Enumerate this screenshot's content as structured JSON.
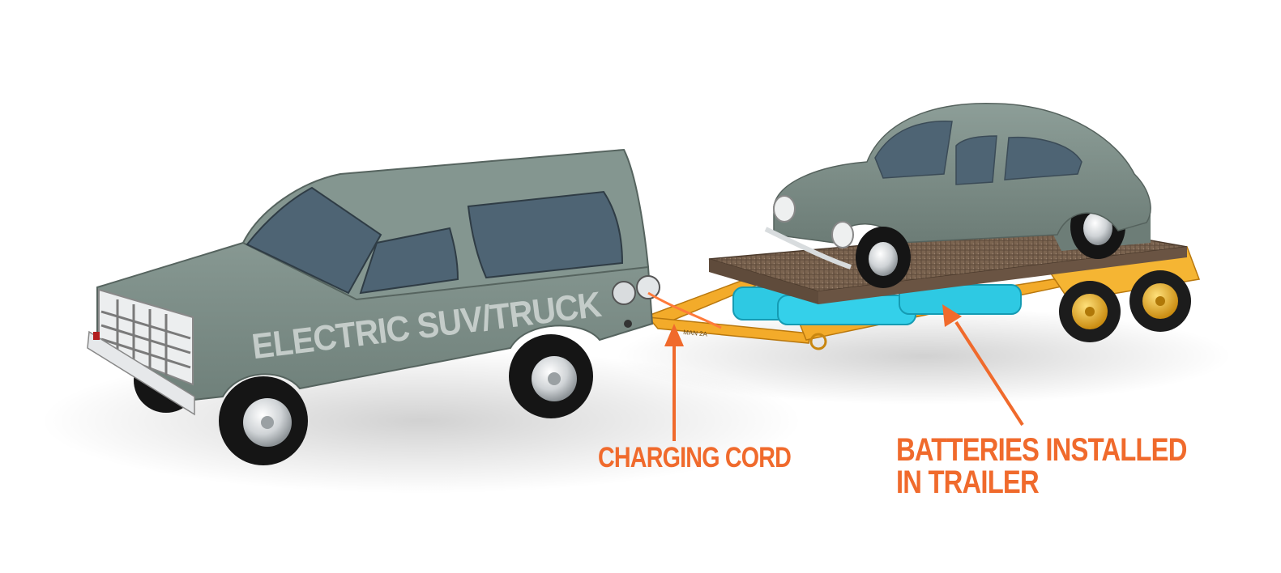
{
  "vehicle_label": "ELECTRIC SUV/TRUCK",
  "callouts": {
    "charging_cord": "CHARGING CORD",
    "batteries": [
      "BATTERIES INSTALLED",
      "IN TRAILER"
    ]
  },
  "trailer_plate": "MAN 2A",
  "colors": {
    "body": "#7f908a",
    "window": "#4e6474",
    "trailer": "#f3ab2a",
    "battery": "#2ec9e3",
    "deck": "#7b6450",
    "callout": "#f06a2c"
  }
}
